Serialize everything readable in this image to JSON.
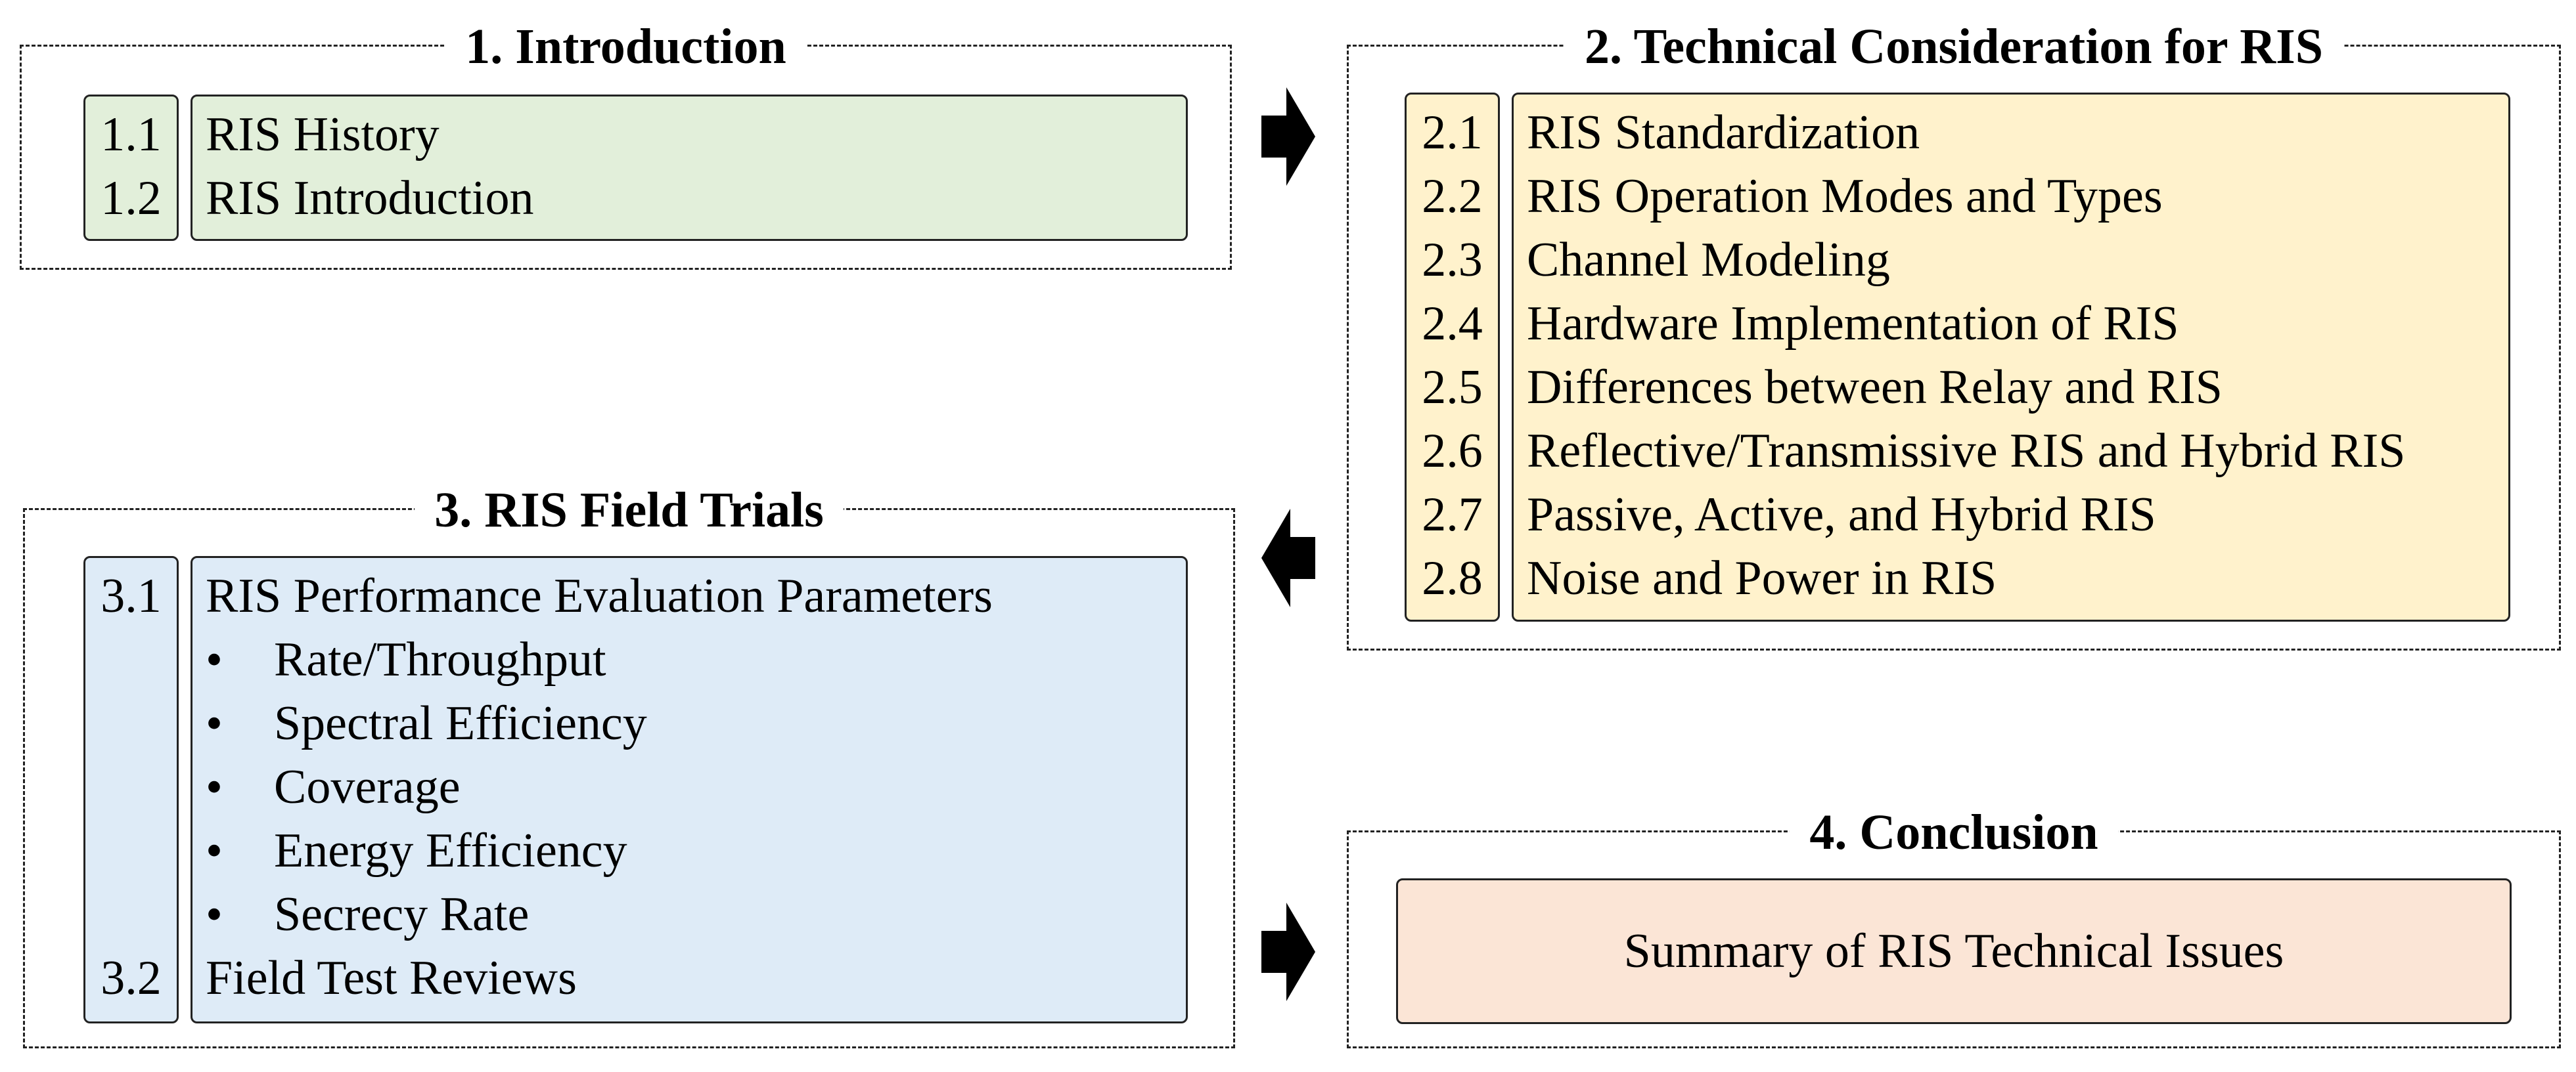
{
  "sections": {
    "introduction": {
      "title": "1. Introduction",
      "items": [
        {
          "num": "1.1",
          "label": "RIS History"
        },
        {
          "num": "1.2",
          "label": "RIS Introduction"
        }
      ]
    },
    "technical": {
      "title": "2. Technical Consideration for RIS",
      "items": [
        {
          "num": "2.1",
          "label": "RIS Standardization"
        },
        {
          "num": "2.2",
          "label": "RIS Operation Modes and Types"
        },
        {
          "num": "2.3",
          "label": "Channel Modeling"
        },
        {
          "num": "2.4",
          "label": "Hardware Implementation of RIS"
        },
        {
          "num": "2.5",
          "label": "Differences between Relay and RIS"
        },
        {
          "num": "2.6",
          "label": "Reflective/Transmissive RIS and Hybrid RIS"
        },
        {
          "num": "2.7",
          "label": "Passive, Active, and Hybrid RIS"
        },
        {
          "num": "2.8",
          "label": "Noise and Power in RIS"
        }
      ]
    },
    "field_trials": {
      "title": "3. RIS Field Trials",
      "items": [
        {
          "num": "3.1",
          "label": "RIS Performance Evaluation Parameters"
        },
        {
          "num": "3.2",
          "label": "Field Test Reviews"
        }
      ],
      "bullet_symbol": "•",
      "bullets": [
        "Rate/Throughput",
        "Spectral Efficiency",
        "Coverage",
        "Energy Efficiency",
        "Secrecy Rate"
      ]
    },
    "conclusion": {
      "title": "4. Conclusion",
      "summary": "Summary of RIS Technical Issues"
    }
  },
  "colors": {
    "introduction_fill": "#e2efda",
    "technical_fill": "#fff2cc",
    "field_trials_fill": "#deebf7",
    "conclusion_fill": "#fbe5d6",
    "arrow": "#000000"
  },
  "icons": [
    "arrow-right-icon",
    "arrow-left-icon"
  ]
}
